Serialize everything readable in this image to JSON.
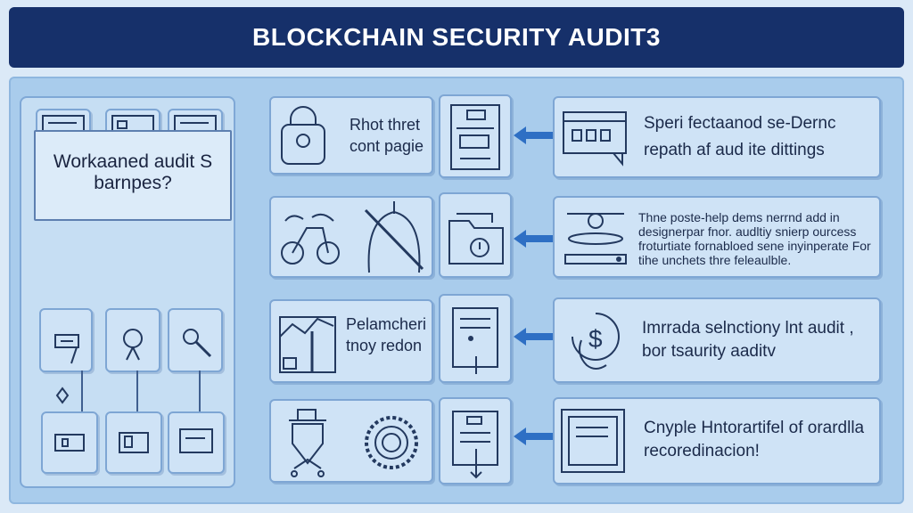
{
  "title": "BLOCKCHAIN SECURITY AUDIT3",
  "center_box_text": "Workaaned audit S barnpes?",
  "rows": [
    {
      "middle_text": "Rhot thret cont pagie",
      "right_text": "Speri fectaanod se-Dernc repath af aud ite dittings"
    },
    {
      "middle_text": "",
      "right_text": "Thne poste-help dems nerrnd add in designerpar fnor. audltiy snierp ourcess froturtiate fornabloed sene inyinperate For tihe unchets thre feleaulble."
    },
    {
      "middle_text": "Pelamcheri tnoy redon",
      "right_text": "Imrrada selnctiony lnt audit , bor tsaurity aaditv"
    },
    {
      "middle_text": "",
      "right_text": "Cnyple Hntorartifel of orardlla recoredinacion!"
    }
  ],
  "colors": {
    "title_bg": "#16306a",
    "title_text": "#ffffff",
    "panel_bg": "#c6def3",
    "border": "#7fa8d6",
    "arrow": "#2e6fc4",
    "ink": "#1b2a4a"
  },
  "icons": [
    "document-icon",
    "padlock-icon",
    "monitor-icon",
    "server-icon",
    "coin-icon",
    "gear-icon",
    "shield-icon",
    "key-icon",
    "folder-icon",
    "clock-icon",
    "chart-icon",
    "dollar-icon"
  ]
}
